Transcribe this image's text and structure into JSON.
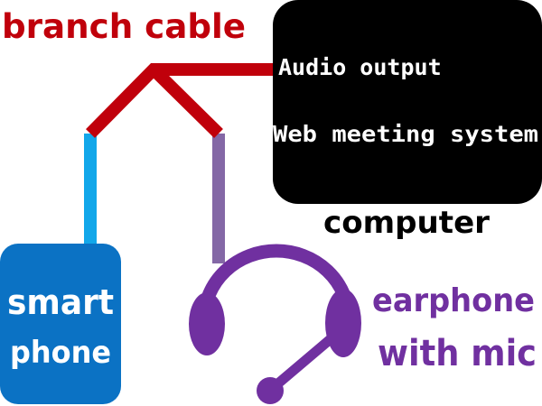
{
  "labels": {
    "branch_cable": "branch cable",
    "audio_output": "Audio output",
    "web_meeting_system": "Web meeting system",
    "computer": "computer",
    "smartphone_line1": "smart",
    "smartphone_line2": "phone",
    "earphone_line1": "earphone",
    "earphone_line2": "with mic"
  },
  "colors": {
    "branch_cable": "#c0000b",
    "smartphone_cable": "#12a7ea",
    "earphone_cable": "#8468a6",
    "computer_box": "#000000",
    "computer_text": "#ffffff",
    "smartphone_box": "#0b72c4",
    "smartphone_text": "#ffffff",
    "headset": "#7030a0",
    "label_dark": "#000000"
  },
  "icons": {
    "headset": "headset-with-mic-icon"
  }
}
